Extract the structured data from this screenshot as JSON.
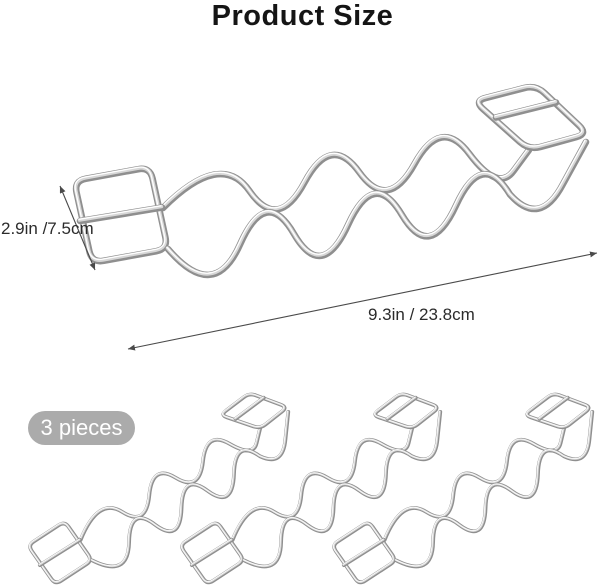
{
  "title": "Product Size",
  "dimensions": {
    "height_label": "2.9in /7.5cm",
    "length_label": "9.3in / 23.8cm"
  },
  "badge": {
    "label": "3 pieces"
  },
  "colors": {
    "background": "#ffffff",
    "title_text": "#151515",
    "dimension_text": "#2b2b2b",
    "dimension_line": "#4a4a4a",
    "badge_bg": "#ababab",
    "badge_text": "#ffffff",
    "wire_base": "#8f8f8f",
    "wire_mid": "#d7d7d7",
    "wire_highlight": "#ffffff"
  }
}
